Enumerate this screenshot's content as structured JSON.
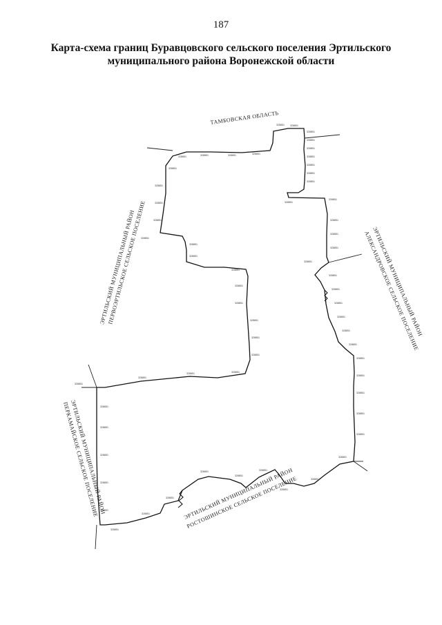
{
  "page_number": "187",
  "title_line1": "Карта-схема границ Буравцовского сельского поселения Эртильского",
  "title_line2": "муниципального района Воронежской области",
  "labels": {
    "north": "ТАМБОВСКАЯ ОБЛАСТЬ",
    "west_upper_1": "ЭРТИЛЬСКИЙ МУНИЦИПАЛЬНЫЙ РАЙОН",
    "west_upper_2": "ПЕРВОЭРТИЛЬСКОЕ СЕЛЬСКОЕ ПОСЕЛЕНИЕ",
    "east_1": "ЭРТИЛЬСКИЙ МУНИЦИПАЛЬНЫЙ РАЙОН",
    "east_2": "АЛЕКСАНДРОВСКОЕ СЕЛЬСКОЕ ПОСЕЛЕНИЕ",
    "west_lower_1": "ЭРТИЛЬСКИЙ МУНИЦИПАЛЬНЫЙ РАЙОН",
    "west_lower_2": "ПЕРКАМАЙСКОЕ СЕЛЬСКОЕ ПОСЕЛЕНИЕ",
    "south_1": "ЭРТИЛЬСКИЙ МУНИЦИПАЛЬНЫЙ РАЙОН",
    "south_2": "РОСТОШИНСКОЕ СЕЛЬСКОЕ ПОСЕЛЕНИЕ"
  },
  "point_label_sample": "328851"
}
